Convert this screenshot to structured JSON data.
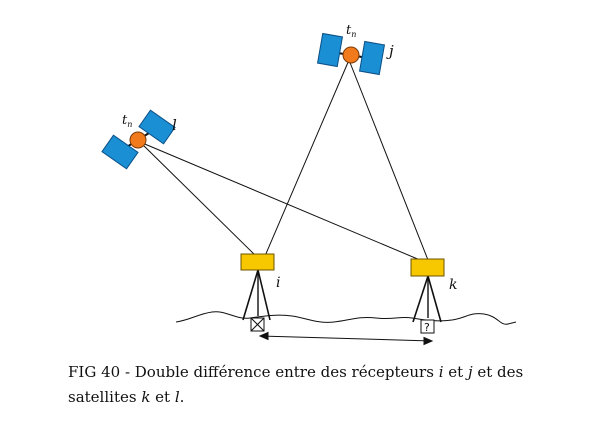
{
  "satellites": [
    {
      "id": "j",
      "label": "j",
      "epoch_main": "t",
      "epoch_sub": "n"
    },
    {
      "id": "l",
      "label": "l",
      "epoch_main": "t",
      "epoch_sub": "n"
    }
  ],
  "receivers": [
    {
      "id": "i",
      "label": "i",
      "marker_symbol": "⊠"
    },
    {
      "id": "k",
      "label": "k",
      "marker_symbol": "?"
    }
  ],
  "colors": {
    "panel": "#1a8fd4",
    "panel_edge": "#0b4f86",
    "sat_body": "#f07a1c",
    "receiver": "#f7c800",
    "line": "#111111"
  },
  "caption": {
    "part1": "FIG 40 - Double différence entre des récepteurs ",
    "var1": "i",
    "part2": " et ",
    "var2": "j",
    "part3": " et des satellites ",
    "var3": "k",
    "part4": " et ",
    "var4": "l",
    "part5": "."
  }
}
